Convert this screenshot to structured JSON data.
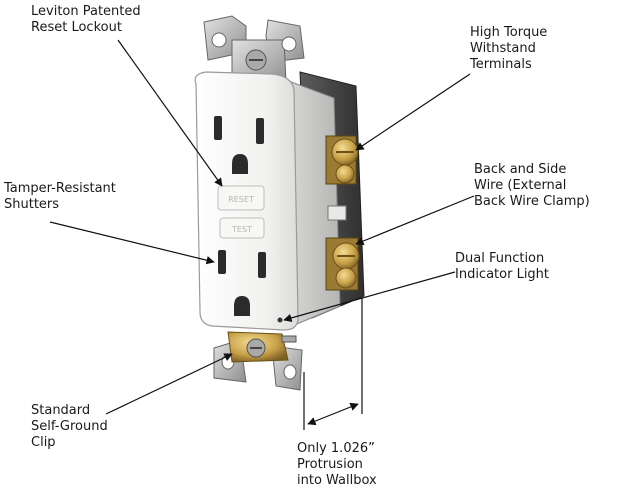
{
  "callouts": {
    "reset_lockout": {
      "lines": [
        "Leviton Patented",
        "Reset Lockout"
      ]
    },
    "high_torque": {
      "lines": [
        "High Torque",
        "Withstand",
        "Terminals"
      ]
    },
    "tamper": {
      "lines": [
        "Tamper-Resistant",
        "Shutters"
      ]
    },
    "back_side_wire": {
      "lines": [
        "Back and Side",
        "Wire (External",
        "Back Wire Clamp)"
      ]
    },
    "dual_function": {
      "lines": [
        "Dual Function",
        "Indicator Light"
      ]
    },
    "self_ground": {
      "lines": [
        "Standard",
        "Self-Ground",
        "Clip"
      ]
    },
    "protrusion": {
      "lines": [
        "Only 1.026”",
        "Protrusion",
        "into Wallbox"
      ]
    }
  },
  "device": {
    "reset_button": "RESET",
    "test_button": "TEST"
  },
  "colors": {
    "body": "#f4f4f2",
    "housing": "#4a4a4a",
    "brass": "#c9a24a",
    "strap": "#b8b8b8",
    "line": "#111111"
  }
}
